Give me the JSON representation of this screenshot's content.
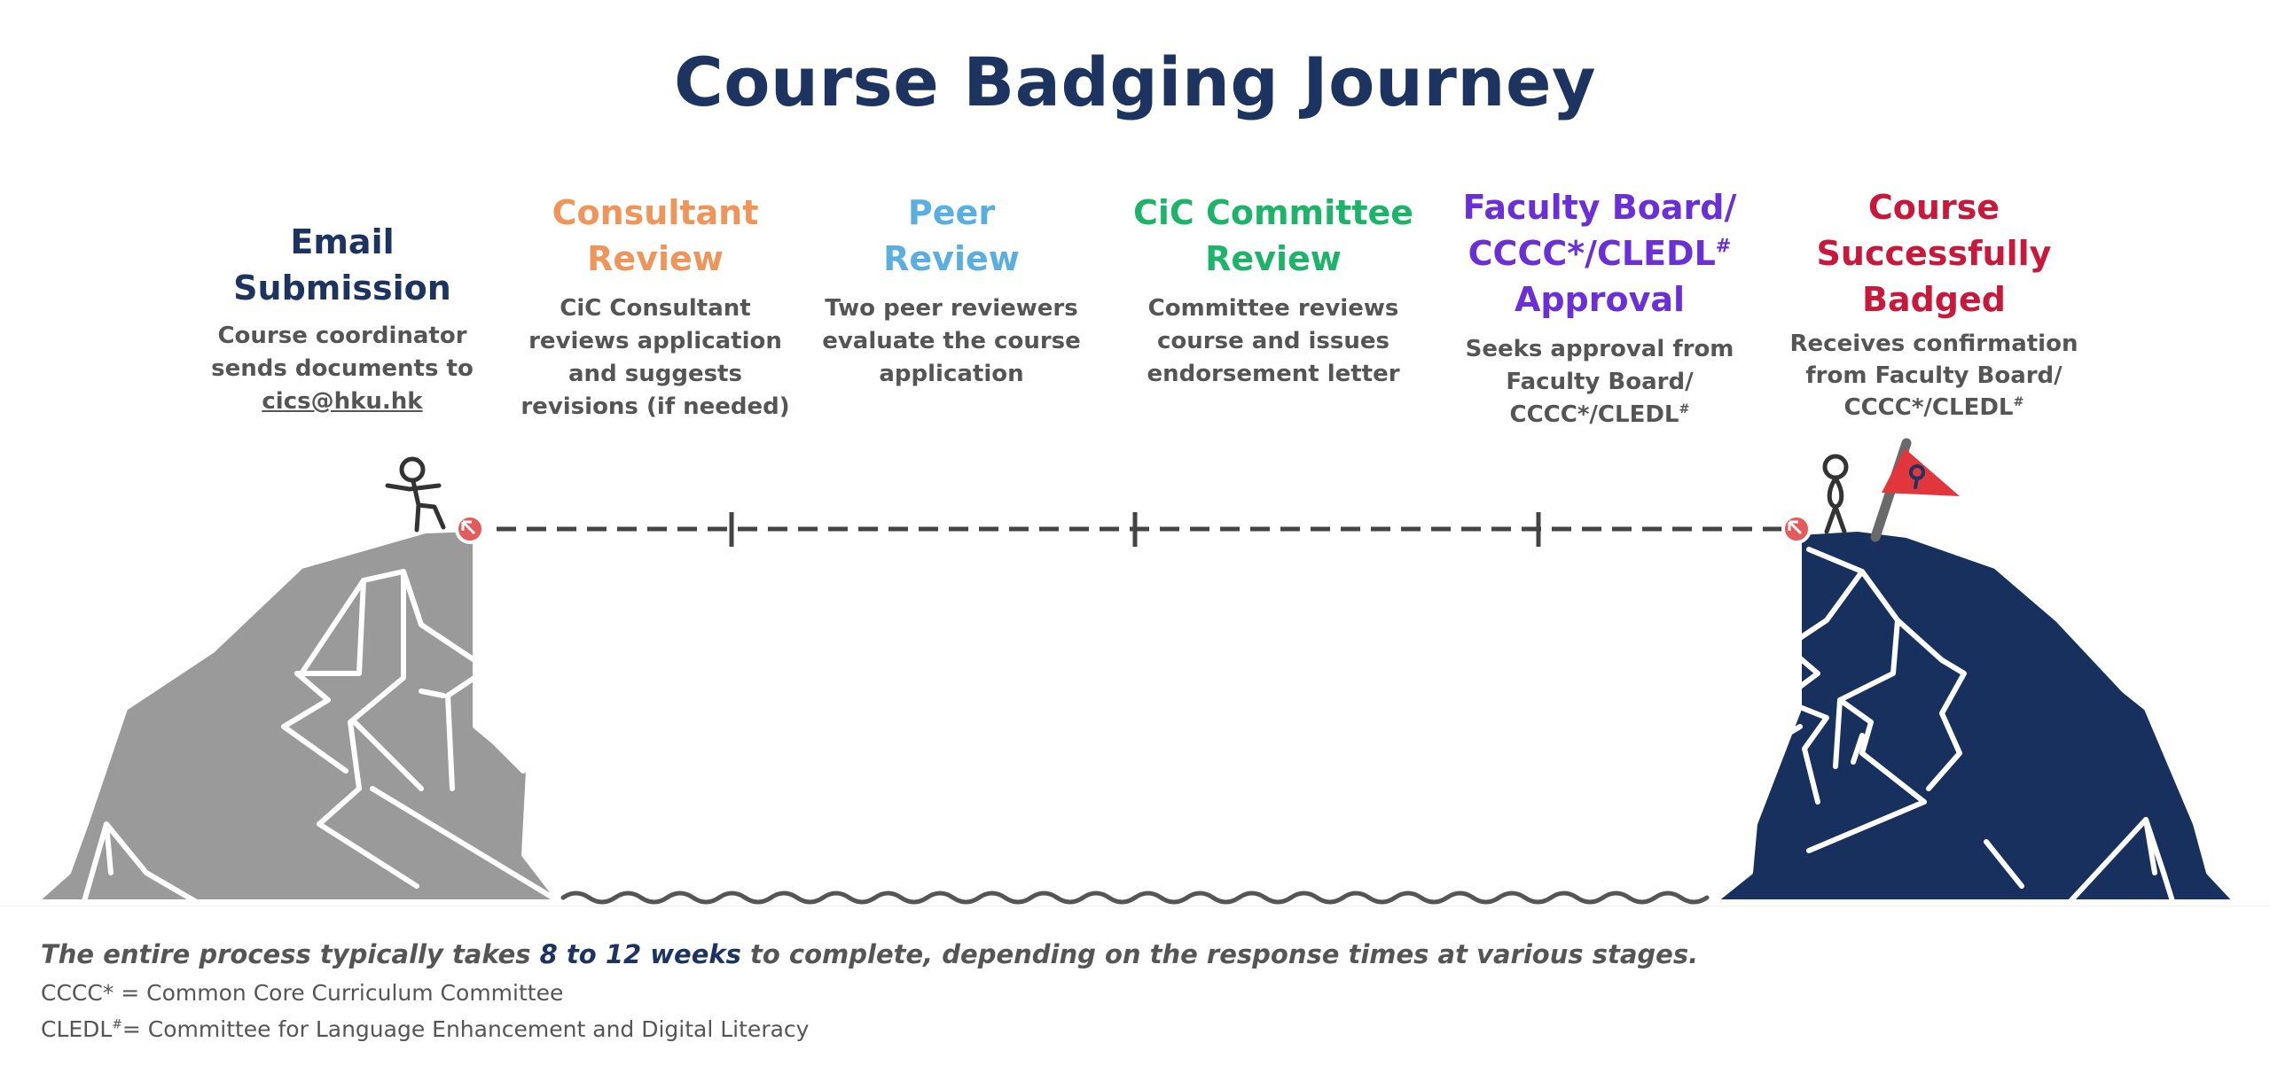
{
  "title": "Course Badging Journey",
  "colors": {
    "navy": "#1d3461",
    "orange": "#f0955a",
    "lightblue": "#5aaee0",
    "green": "#1db46a",
    "purple": "#6a2fd6",
    "red": "#c8193c",
    "grey_text": "#555555",
    "rock_grey": "#9a9a9a",
    "rock_navy": "#17305e"
  },
  "stages": [
    {
      "title_lines": [
        "Email",
        "Submission"
      ],
      "desc_lines": [
        "Course coordinator",
        "sends documents to"
      ],
      "email": "cics@hku.hk"
    },
    {
      "title_lines": [
        "Consultant",
        "Review"
      ],
      "desc_lines": [
        "CiC Consultant",
        "reviews application",
        "and suggests",
        "revisions (if needed)"
      ]
    },
    {
      "title_lines": [
        "Peer",
        "Review"
      ],
      "desc_lines": [
        "Two peer reviewers",
        "evaluate the course",
        "application"
      ]
    },
    {
      "title_lines": [
        "CiC Committee",
        "Review"
      ],
      "desc_lines": [
        "Committee reviews",
        "course and issues",
        "endorsement letter"
      ]
    },
    {
      "title_lines": [
        "Faculty Board/",
        "CCCC*/CLEDL",
        "Approval"
      ],
      "title_sup": "#",
      "desc_lines": [
        "Seeks approval from",
        "Faculty Board/",
        "CCCC*/CLEDL"
      ],
      "desc_sup": "#"
    },
    {
      "title_lines": [
        "Course",
        "Successfully",
        "Badged"
      ],
      "desc_lines": [
        "Receives confirmation",
        "from Faculty Board/",
        "CCCC*/CLEDL"
      ],
      "desc_sup": "#"
    }
  ],
  "footer": {
    "main_before": "The entire process typically takes ",
    "main_highlight": "8 to 12 weeks",
    "main_after": " to complete, depending on the response times at various stages.",
    "note1": "CCCC* = Common Core Curriculum Committee",
    "note2_label": "CLEDL",
    "note2_sup": "#",
    "note2_text": "= Committee for Language Enhancement and Digital Literacy"
  },
  "icons": [
    "stick-figure-icon",
    "flag-icon",
    "mountain-icon",
    "wave-icon"
  ]
}
